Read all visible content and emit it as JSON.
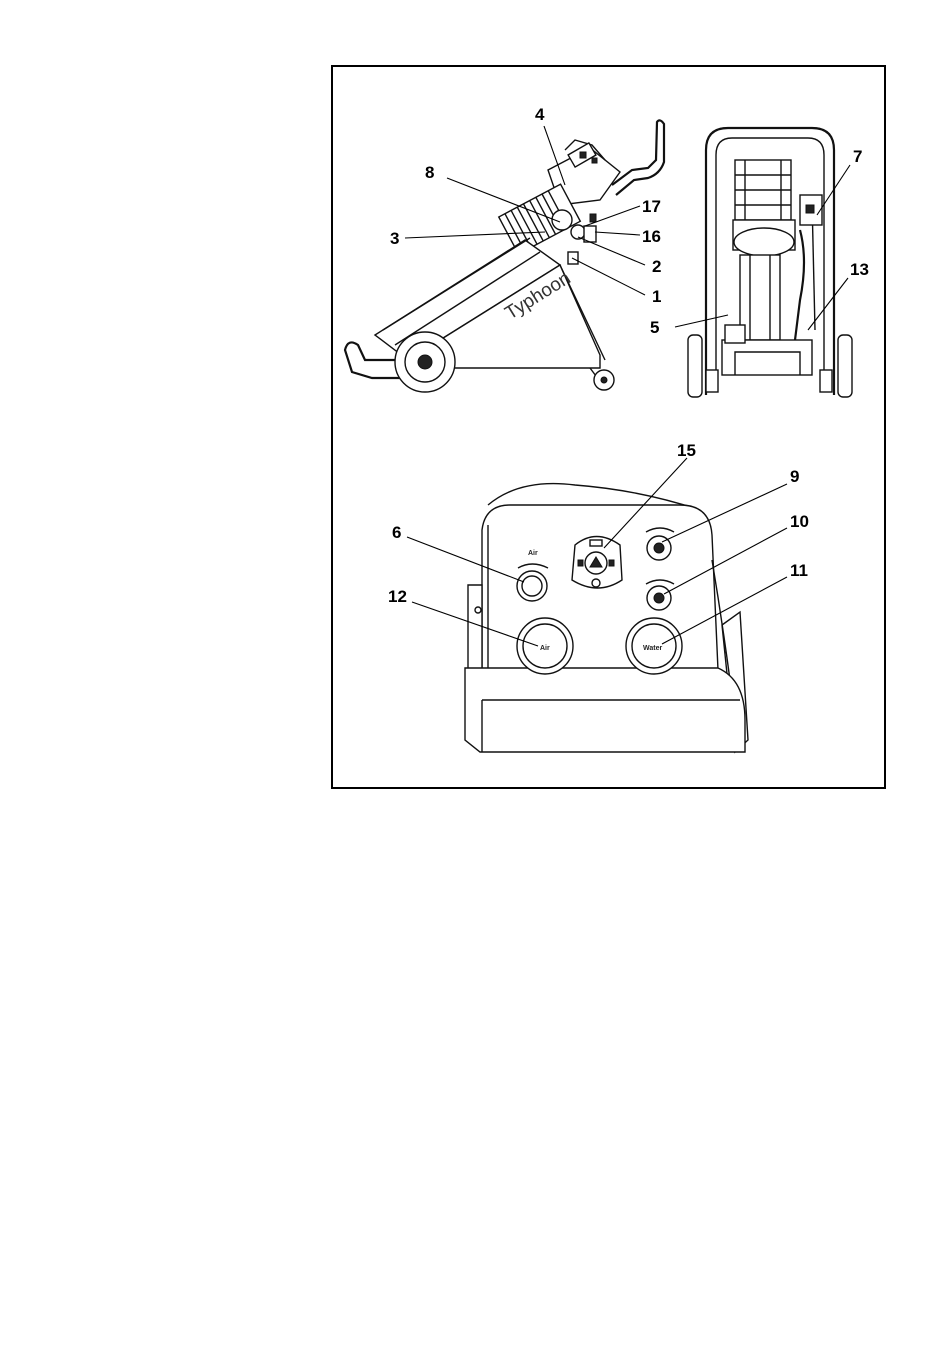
{
  "figure": {
    "brand_text": "Typhoon",
    "panel": {
      "air_label_small": "Air",
      "air_gauge_label": "Air",
      "water_gauge_label": "Water"
    },
    "callouts": [
      {
        "id": "c4",
        "text": "4"
      },
      {
        "id": "c8",
        "text": "8"
      },
      {
        "id": "c17",
        "text": "17"
      },
      {
        "id": "c3",
        "text": "3"
      },
      {
        "id": "c16",
        "text": "16"
      },
      {
        "id": "c2",
        "text": "2"
      },
      {
        "id": "c1",
        "text": "1"
      },
      {
        "id": "c7",
        "text": "7"
      },
      {
        "id": "c13",
        "text": "13"
      },
      {
        "id": "c5",
        "text": "5"
      },
      {
        "id": "c15",
        "text": "15"
      },
      {
        "id": "c9",
        "text": "9"
      },
      {
        "id": "c6",
        "text": "6"
      },
      {
        "id": "c10",
        "text": "10"
      },
      {
        "id": "c11",
        "text": "11"
      },
      {
        "id": "c12",
        "text": "12"
      }
    ]
  }
}
